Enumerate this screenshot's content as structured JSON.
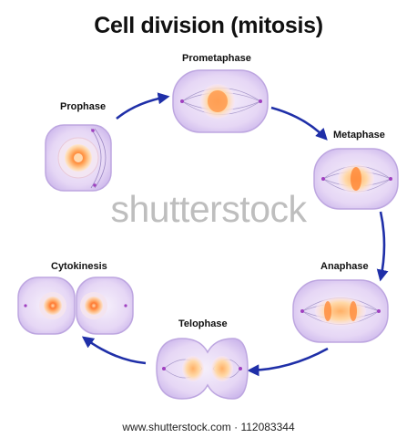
{
  "title": "Cell division (mitosis)",
  "stages": {
    "prophase": "Prophase",
    "prometaphase": "Prometaphase",
    "metaphase": "Metaphase",
    "anaphase": "Anaphase",
    "telophase": "Telophase",
    "cytokinesis": "Cytokinesis"
  },
  "watermark": "shutterstock",
  "footer": {
    "site": "www.shutterstock.com",
    "separator": "·",
    "image_number": "112083344"
  },
  "colors": {
    "cell_fill": "#e6d7f5",
    "cell_stroke": "#bda6e0",
    "nucleus_orange": "#f48a3c",
    "arrow_blue": "#1f2fa8",
    "spindle_pole": "#a040c0"
  }
}
